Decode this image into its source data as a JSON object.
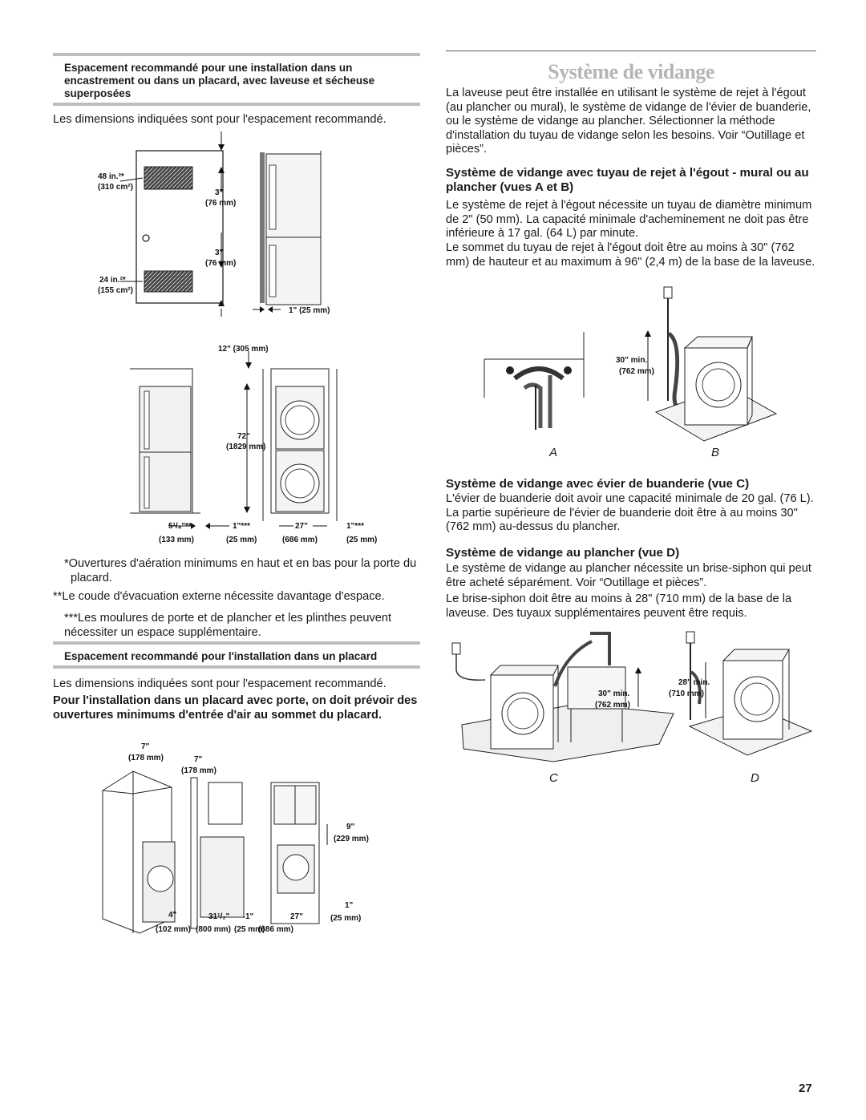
{
  "left": {
    "sec1_header": "Espacement recommandé pour une installation dans un encastrement ou dans un placard, avec laveuse et sécheuse superposées",
    "sec1_intro": "Les dimensions indiquées sont pour l'espacement recommandé.",
    "fig1": {
      "vent_top": "48 in.²*",
      "vent_top_cm": "(310 cm²)",
      "vent_bot": "24 in.²*",
      "vent_bot_cm": "(155 cm²)",
      "gap_top": "3\"",
      "gap_top_mm": "(76 mm)",
      "gap_bot": "3\"",
      "gap_bot_mm": "(76 mm)",
      "side": "1\" (25 mm)"
    },
    "fig2": {
      "top": "12\" (305 mm)",
      "height": "72\"",
      "height_mm": "(1829 mm)",
      "d1": "5¹/₄\"**",
      "d1_mm": "(133 mm)",
      "d2": "1\"***",
      "d2_mm": "(25 mm)",
      "d3": "27\"",
      "d3_mm": "(686 mm)",
      "d4": "1\"***",
      "d4_mm": "(25 mm)"
    },
    "note1": "*Ouvertures d'aération minimums en haut et en bas pour la porte du placard.",
    "note2": "**Le coude d'évacuation externe nécessite davantage d'espace.",
    "note3": "***Les moulures de porte et de plancher et les plinthes peuvent nécessiter un espace supplémentaire.",
    "sec2_header": "Espacement recommandé pour l'installation dans un placard",
    "sec2_intro": "Les dimensions indiquées sont pour l'espacement recommandé.",
    "sec2_bold": "Pour l'installation dans un placard avec porte, on doit prévoir des ouvertures minimums d'entrée d'air au sommet du placard.",
    "fig3": {
      "a": "7\"",
      "a_mm": "(178 mm)",
      "b": "7\"",
      "b_mm": "(178 mm)",
      "c": "9\"",
      "c_mm": "(229 mm)",
      "d": "4\"",
      "d_mm": "(102 mm)",
      "e": "31¹/₂\"",
      "e_mm": "(800 mm)",
      "f": "1\"",
      "f_mm": "(25 mm)",
      "g": "27\"",
      "g_mm": "(686 mm)",
      "h": "1\"",
      "h_mm": "(25 mm)"
    }
  },
  "right": {
    "title": "Système de vidange",
    "intro": "La laveuse peut être installée en utilisant le système de rejet à l'égout (au plancher ou mural), le système de vidange de l'évier de buanderie, ou le système de vidange au plancher. Sélectionner la méthode d'installation du tuyau de vidange selon les besoins. Voir “Outillage et pièces”.",
    "h_ab": "Système de vidange avec tuyau de rejet à l'égout - mural ou au plancher (vues A et B)",
    "p_ab1": "Le système de rejet à l'égout nécessite un tuyau de diamètre minimum de 2\" (50 mm). La capacité minimale d'acheminement ne doit pas être inférieure à 17 gal. (64 L) par minute.",
    "p_ab2": "Le sommet du tuyau de rejet à l'égout doit être au moins à 30\" (762 mm) de hauteur et au maximum à 96\" (2,4 m) de la base de la laveuse.",
    "fig_ab": {
      "dim": "30\" min.",
      "dim_mm": "(762 mm)",
      "label_a": "A",
      "label_b": "B"
    },
    "h_c": "Système de vidange avec évier de buanderie (vue C)",
    "p_c": "L'évier de buanderie doit avoir une capacité minimale de 20 gal. (76 L). La partie supérieure de l'évier de buanderie doit être à au moins 30\" (762 mm) au-dessus du plancher.",
    "h_d": "Système de vidange au plancher (vue D)",
    "p_d1": "Le système de vidange au plancher nécessite un brise-siphon qui peut être acheté séparément. Voir “Outillage et pièces”.",
    "p_d2": "Le brise-siphon doit être au moins à 28\" (710 mm) de la base de la laveuse. Des tuyaux supplémentaires peuvent être requis.",
    "fig_cd": {
      "dim_c": "30\" min.",
      "dim_c_mm": "(762 mm)",
      "dim_d": "28\" min.",
      "dim_d_mm": "(710 mm)",
      "label_c": "C",
      "label_d": "D"
    }
  },
  "page_number": "27"
}
